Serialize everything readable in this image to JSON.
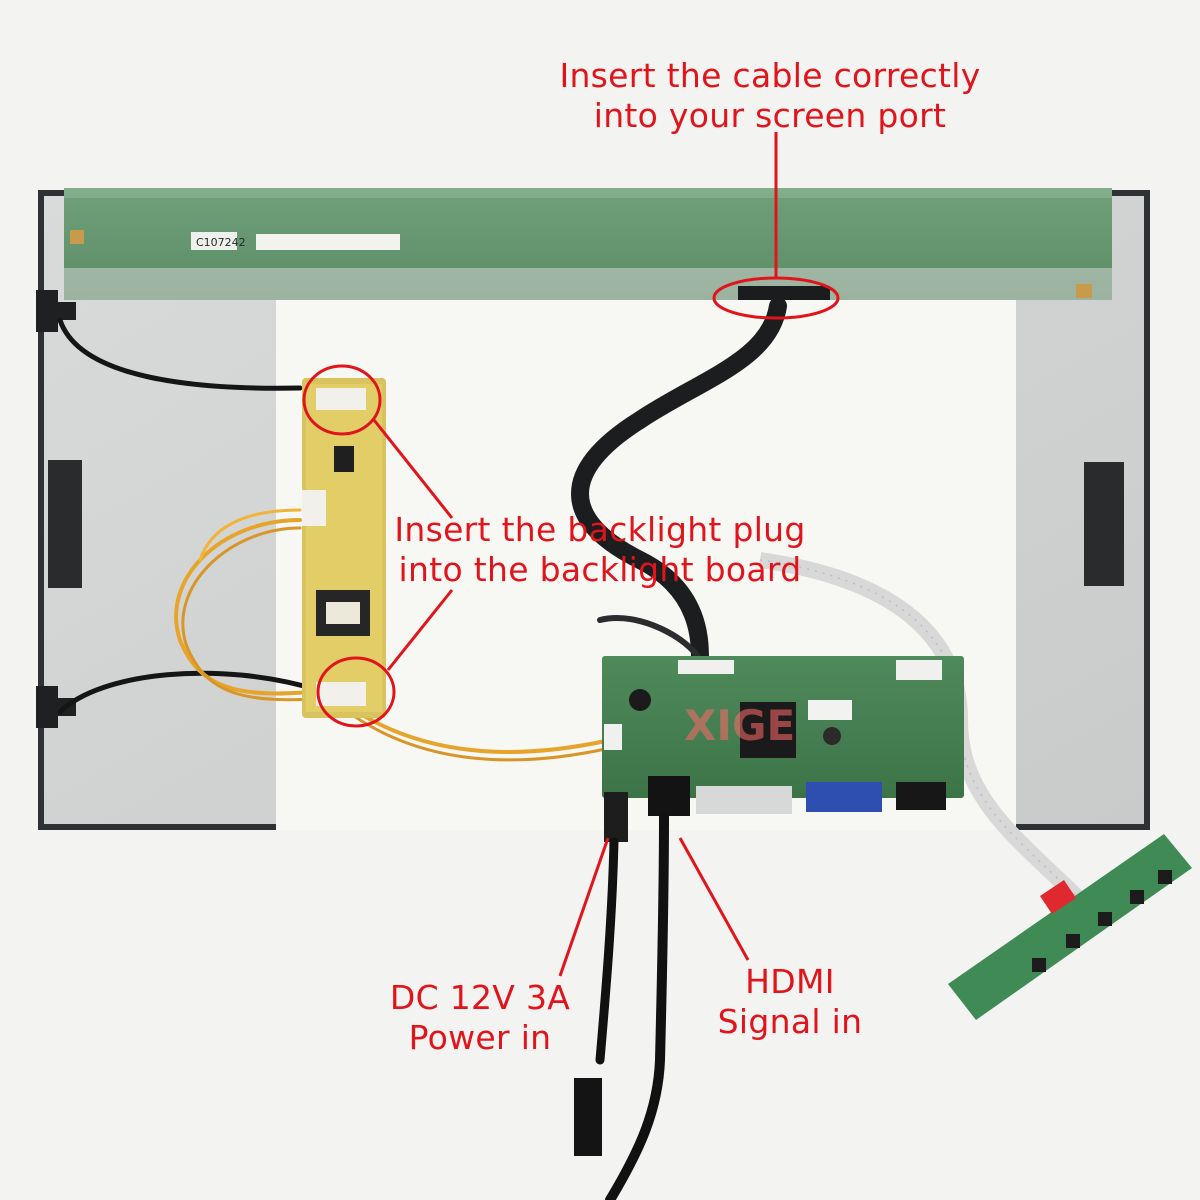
{
  "annotation_color": "#e1141c",
  "labels": {
    "cable": {
      "line1": "Insert the cable correctly",
      "line2": "into your screen port"
    },
    "backlight": {
      "line1": "Insert the backlight plug",
      "line2": "into the backlight board"
    },
    "power": {
      "line1": "DC 12V 3A",
      "line2": "Power in"
    },
    "hdmi": {
      "line1": "HDMI",
      "line2": "Signal in"
    }
  },
  "printed_markings": {
    "tcon_code": "C107242",
    "watermark": "XIGE"
  },
  "components": [
    "lcd-panel",
    "tcon-board",
    "inverter-board",
    "controller-board",
    "keypad-board",
    "lvds-cable",
    "power-cable",
    "hdmi-cable"
  ]
}
